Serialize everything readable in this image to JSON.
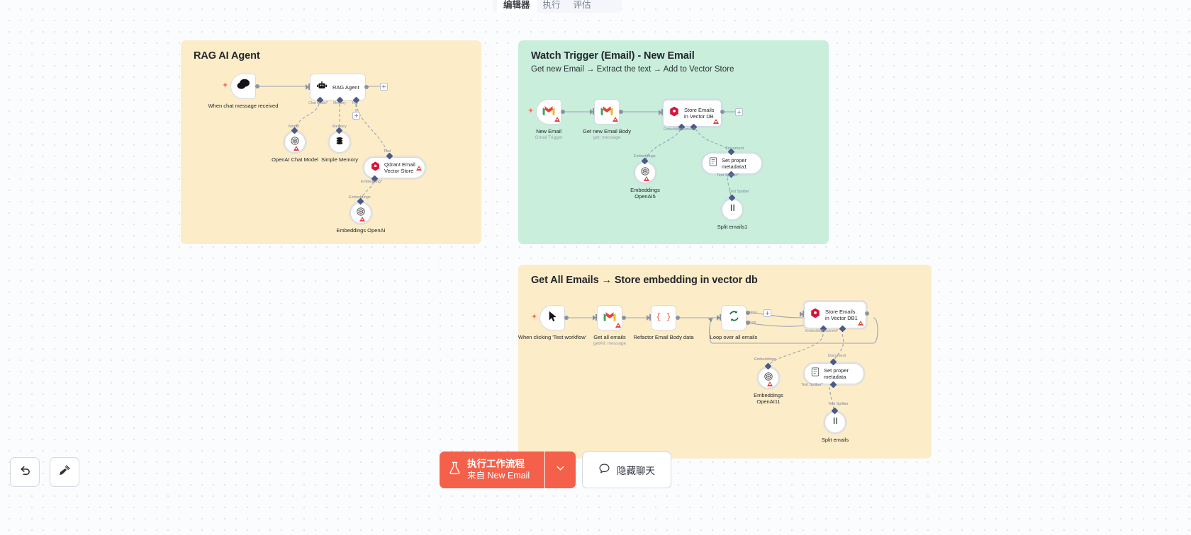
{
  "tabs": [
    {
      "label": "编辑器",
      "active": true
    },
    {
      "label": "执行",
      "active": false
    },
    {
      "label": "评估",
      "active": false
    }
  ],
  "notes": {
    "rag": {
      "title": "RAG AI Agent",
      "subtitle": "",
      "color": "#fcedc8"
    },
    "watch": {
      "title": "Watch Trigger (Email) - New Email",
      "subtitle": "Get new Email → Extract the text → Add to Vector Store",
      "color": "#c9eedc"
    },
    "all": {
      "title": "Get All Emails → Store embedding in vector db",
      "subtitle": "",
      "color": "#fcedc8"
    }
  },
  "workflows": {
    "rag": {
      "nodes": [
        {
          "name": "When chat message received",
          "sub": "",
          "icon": "chat-icon"
        },
        {
          "name": "RAG Agent",
          "sub": "",
          "icon": "robot-icon"
        },
        {
          "name": "OpenAI Chat Model",
          "sub": "",
          "icon": "openai-icon",
          "warning": true
        },
        {
          "name": "Simple Memory",
          "sub": "",
          "icon": "database-icon"
        },
        {
          "name": "Qdrant Email Vector Store",
          "sub": "",
          "icon": "qdrant-icon",
          "warning": true
        },
        {
          "name": "Embeddings OpenAI",
          "sub": "",
          "icon": "openai-icon",
          "warning": true
        }
      ],
      "port_labels": [
        "Chat Model*",
        "Memory",
        "Tool"
      ],
      "edge_labels": [
        "Model",
        "Memory",
        "Tool",
        "Embedding*",
        "Embeddings"
      ]
    },
    "watch": {
      "nodes": [
        {
          "name": "New Email",
          "sub": "Gmail Trigger",
          "icon": "gmail-icon",
          "warning": true
        },
        {
          "name": "Get new Email Body",
          "sub": "get: message",
          "icon": "gmail-icon",
          "warning": true
        },
        {
          "name": "Store Emails in Vector DB",
          "sub": "",
          "icon": "qdrant-icon",
          "warning": true
        },
        {
          "name": "Embeddings OpenAI5",
          "sub": "",
          "icon": "openai-icon",
          "warning": true
        },
        {
          "name": "Set proper metadata1",
          "sub": "",
          "icon": "document-icon"
        },
        {
          "name": "Split emails1",
          "sub": "",
          "icon": "splitter-icon"
        }
      ],
      "port_labels": [
        "Embedding*",
        "Document*"
      ],
      "edge_labels": [
        "Embeddings",
        "Document",
        "Text Splitter*",
        "Text Splitter"
      ]
    },
    "all": {
      "nodes": [
        {
          "name": "When clicking 'Test workflow'",
          "sub": "",
          "icon": "cursor-icon"
        },
        {
          "name": "Get all emails",
          "sub": "getAll: message",
          "icon": "gmail-icon",
          "warning": true
        },
        {
          "name": "Refactor Email Body data",
          "sub": "",
          "icon": "code-icon"
        },
        {
          "name": "Loop over all emails",
          "sub": "",
          "icon": "loop-icon"
        },
        {
          "name": "Store Emails in Vector DB1",
          "sub": "",
          "icon": "qdrant-icon",
          "warning": true
        },
        {
          "name": "Embeddings OpenAI11",
          "sub": "",
          "icon": "openai-icon",
          "warning": true
        },
        {
          "name": "Set proper metadata",
          "sub": "",
          "icon": "document-icon"
        },
        {
          "name": "Split emails",
          "sub": "",
          "icon": "splitter-icon"
        }
      ],
      "port_labels": [
        "done",
        "loop",
        "Embedding*",
        "Document*"
      ],
      "edge_labels": [
        "Embeddings",
        "Document",
        "Text Splitter*",
        "Text Splitter"
      ]
    }
  },
  "toolbar": {
    "undo_icon": "undo-icon",
    "clean_icon": "tidy-up-icon",
    "execute_line1": "执行工作流程",
    "execute_line2": "来自 New Email",
    "execute_icon": "flask-icon",
    "caret_icon": "chevron-down-icon",
    "hide_chat_label": "隐藏聊天",
    "hide_chat_icon": "chat-bubble-icon",
    "accent": "#f4604a"
  }
}
